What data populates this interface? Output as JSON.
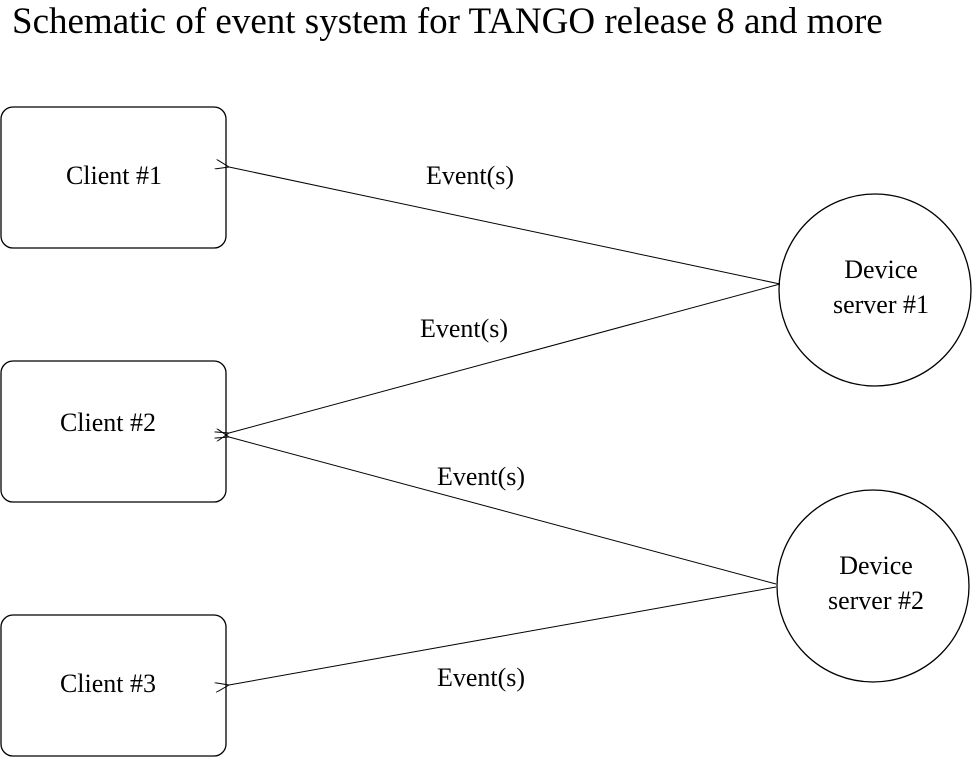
{
  "title": "Schematic of event system for TANGO release 8 and more",
  "clients": [
    {
      "label": "Client #1"
    },
    {
      "label": "Client #2"
    },
    {
      "label": "Client #3"
    }
  ],
  "servers": [
    {
      "line1": "Device",
      "line2": "server #1"
    },
    {
      "line1": "Device",
      "line2": "server #2"
    }
  ],
  "events": [
    {
      "label": "Event(s)",
      "from": "Device server #1",
      "to": "Client #1"
    },
    {
      "label": "Event(s)",
      "from": "Device server #1",
      "to": "Client #2"
    },
    {
      "label": "Event(s)",
      "from": "Device server #2",
      "to": "Client #2"
    },
    {
      "label": "Event(s)",
      "from": "Device server #2",
      "to": "Client #3"
    }
  ]
}
